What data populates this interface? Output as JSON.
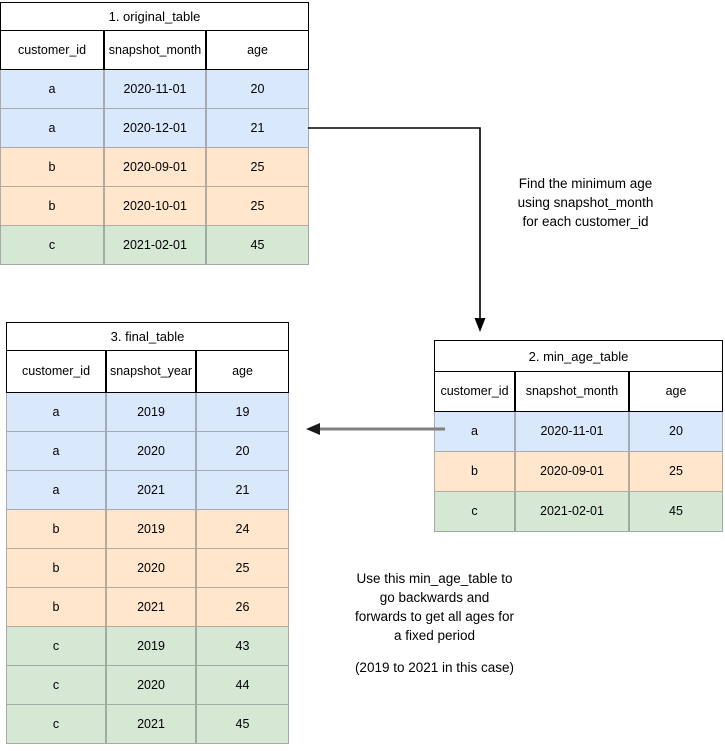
{
  "diagram": {
    "title": "SQL table transformation flow",
    "colors": {
      "row_blue": "#dae8fc",
      "row_orange": "#ffe6cc",
      "row_green": "#d5e8d4",
      "border_outer": "#000000",
      "arrow_black": "#000000",
      "arrow_gray": "#808080"
    }
  },
  "tables": {
    "original": {
      "title": "1. original_table",
      "columns": [
        "customer_id",
        "snapshot_month",
        "age"
      ],
      "rows": [
        {
          "customer_id": "a",
          "snapshot_month": "2020-11-01",
          "age": "20",
          "color": "blue"
        },
        {
          "customer_id": "a",
          "snapshot_month": "2020-12-01",
          "age": "21",
          "color": "blue"
        },
        {
          "customer_id": "b",
          "snapshot_month": "2020-09-01",
          "age": "25",
          "color": "orange"
        },
        {
          "customer_id": "b",
          "snapshot_month": "2020-10-01",
          "age": "25",
          "color": "orange"
        },
        {
          "customer_id": "c",
          "snapshot_month": "2021-02-01",
          "age": "45",
          "color": "green"
        }
      ]
    },
    "min_age": {
      "title": "2. min_age_table",
      "columns": [
        "customer_id",
        "snapshot_month",
        "age"
      ],
      "rows": [
        {
          "customer_id": "a",
          "snapshot_month": "2020-11-01",
          "age": "20",
          "color": "blue"
        },
        {
          "customer_id": "b",
          "snapshot_month": "2020-09-01",
          "age": "25",
          "color": "orange"
        },
        {
          "customer_id": "c",
          "snapshot_month": "2021-02-01",
          "age": "45",
          "color": "green"
        }
      ]
    },
    "final": {
      "title": "3. final_table",
      "columns": [
        "customer_id",
        "snapshot_year",
        "age"
      ],
      "rows": [
        {
          "customer_id": "a",
          "snapshot_year": "2019",
          "age": "19",
          "color": "blue"
        },
        {
          "customer_id": "a",
          "snapshot_year": "2020",
          "age": "20",
          "color": "blue"
        },
        {
          "customer_id": "a",
          "snapshot_year": "2021",
          "age": "21",
          "color": "blue"
        },
        {
          "customer_id": "b",
          "snapshot_year": "2019",
          "age": "24",
          "color": "orange"
        },
        {
          "customer_id": "b",
          "snapshot_year": "2020",
          "age": "25",
          "color": "orange"
        },
        {
          "customer_id": "b",
          "snapshot_year": "2021",
          "age": "26",
          "color": "orange"
        },
        {
          "customer_id": "c",
          "snapshot_year": "2019",
          "age": "43",
          "color": "green"
        },
        {
          "customer_id": "c",
          "snapshot_year": "2020",
          "age": "44",
          "color": "green"
        },
        {
          "customer_id": "c",
          "snapshot_year": "2021",
          "age": "45",
          "color": "green"
        }
      ]
    }
  },
  "notes": {
    "min_age_step": "Find the minimum age\nusing  snapshot_month\nfor each customer_id",
    "final_step": "Use this min_age_table to\ngo backwards and\nforwards to get all ages for\na fixed period",
    "final_step_period": "(2019 to 2021 in this case)"
  }
}
